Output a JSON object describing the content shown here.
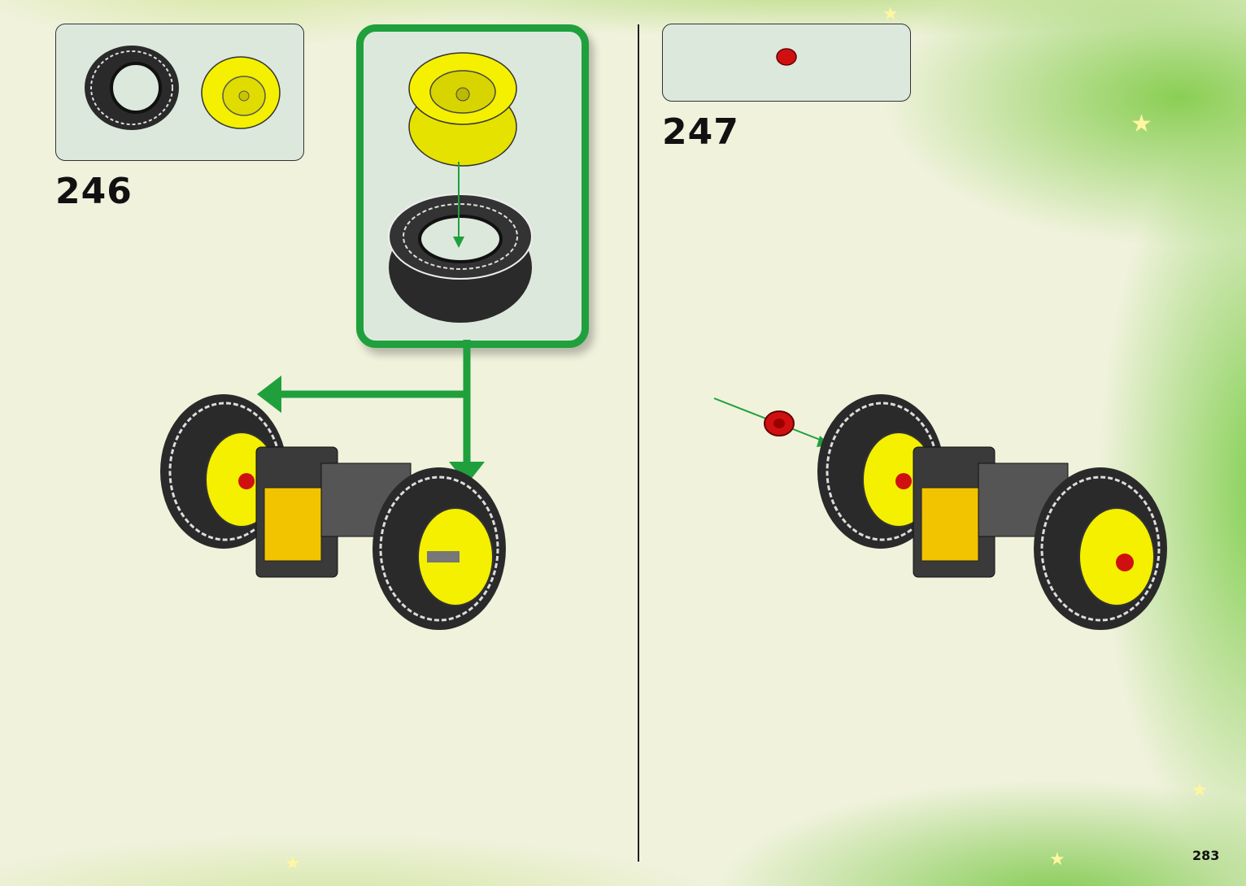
{
  "steps": [
    {
      "number": "246"
    },
    {
      "number": "247"
    }
  ],
  "page_number": "283",
  "colors": {
    "arrow_green": "#1fa03c",
    "callout_bg": "#dde8dd",
    "rim_yellow": "#f4f000",
    "tire_black": "#2a2a2a",
    "pin_red": "#d01010"
  },
  "icons": [
    "tire-icon",
    "yellow-rim-icon",
    "red-bush-icon"
  ]
}
